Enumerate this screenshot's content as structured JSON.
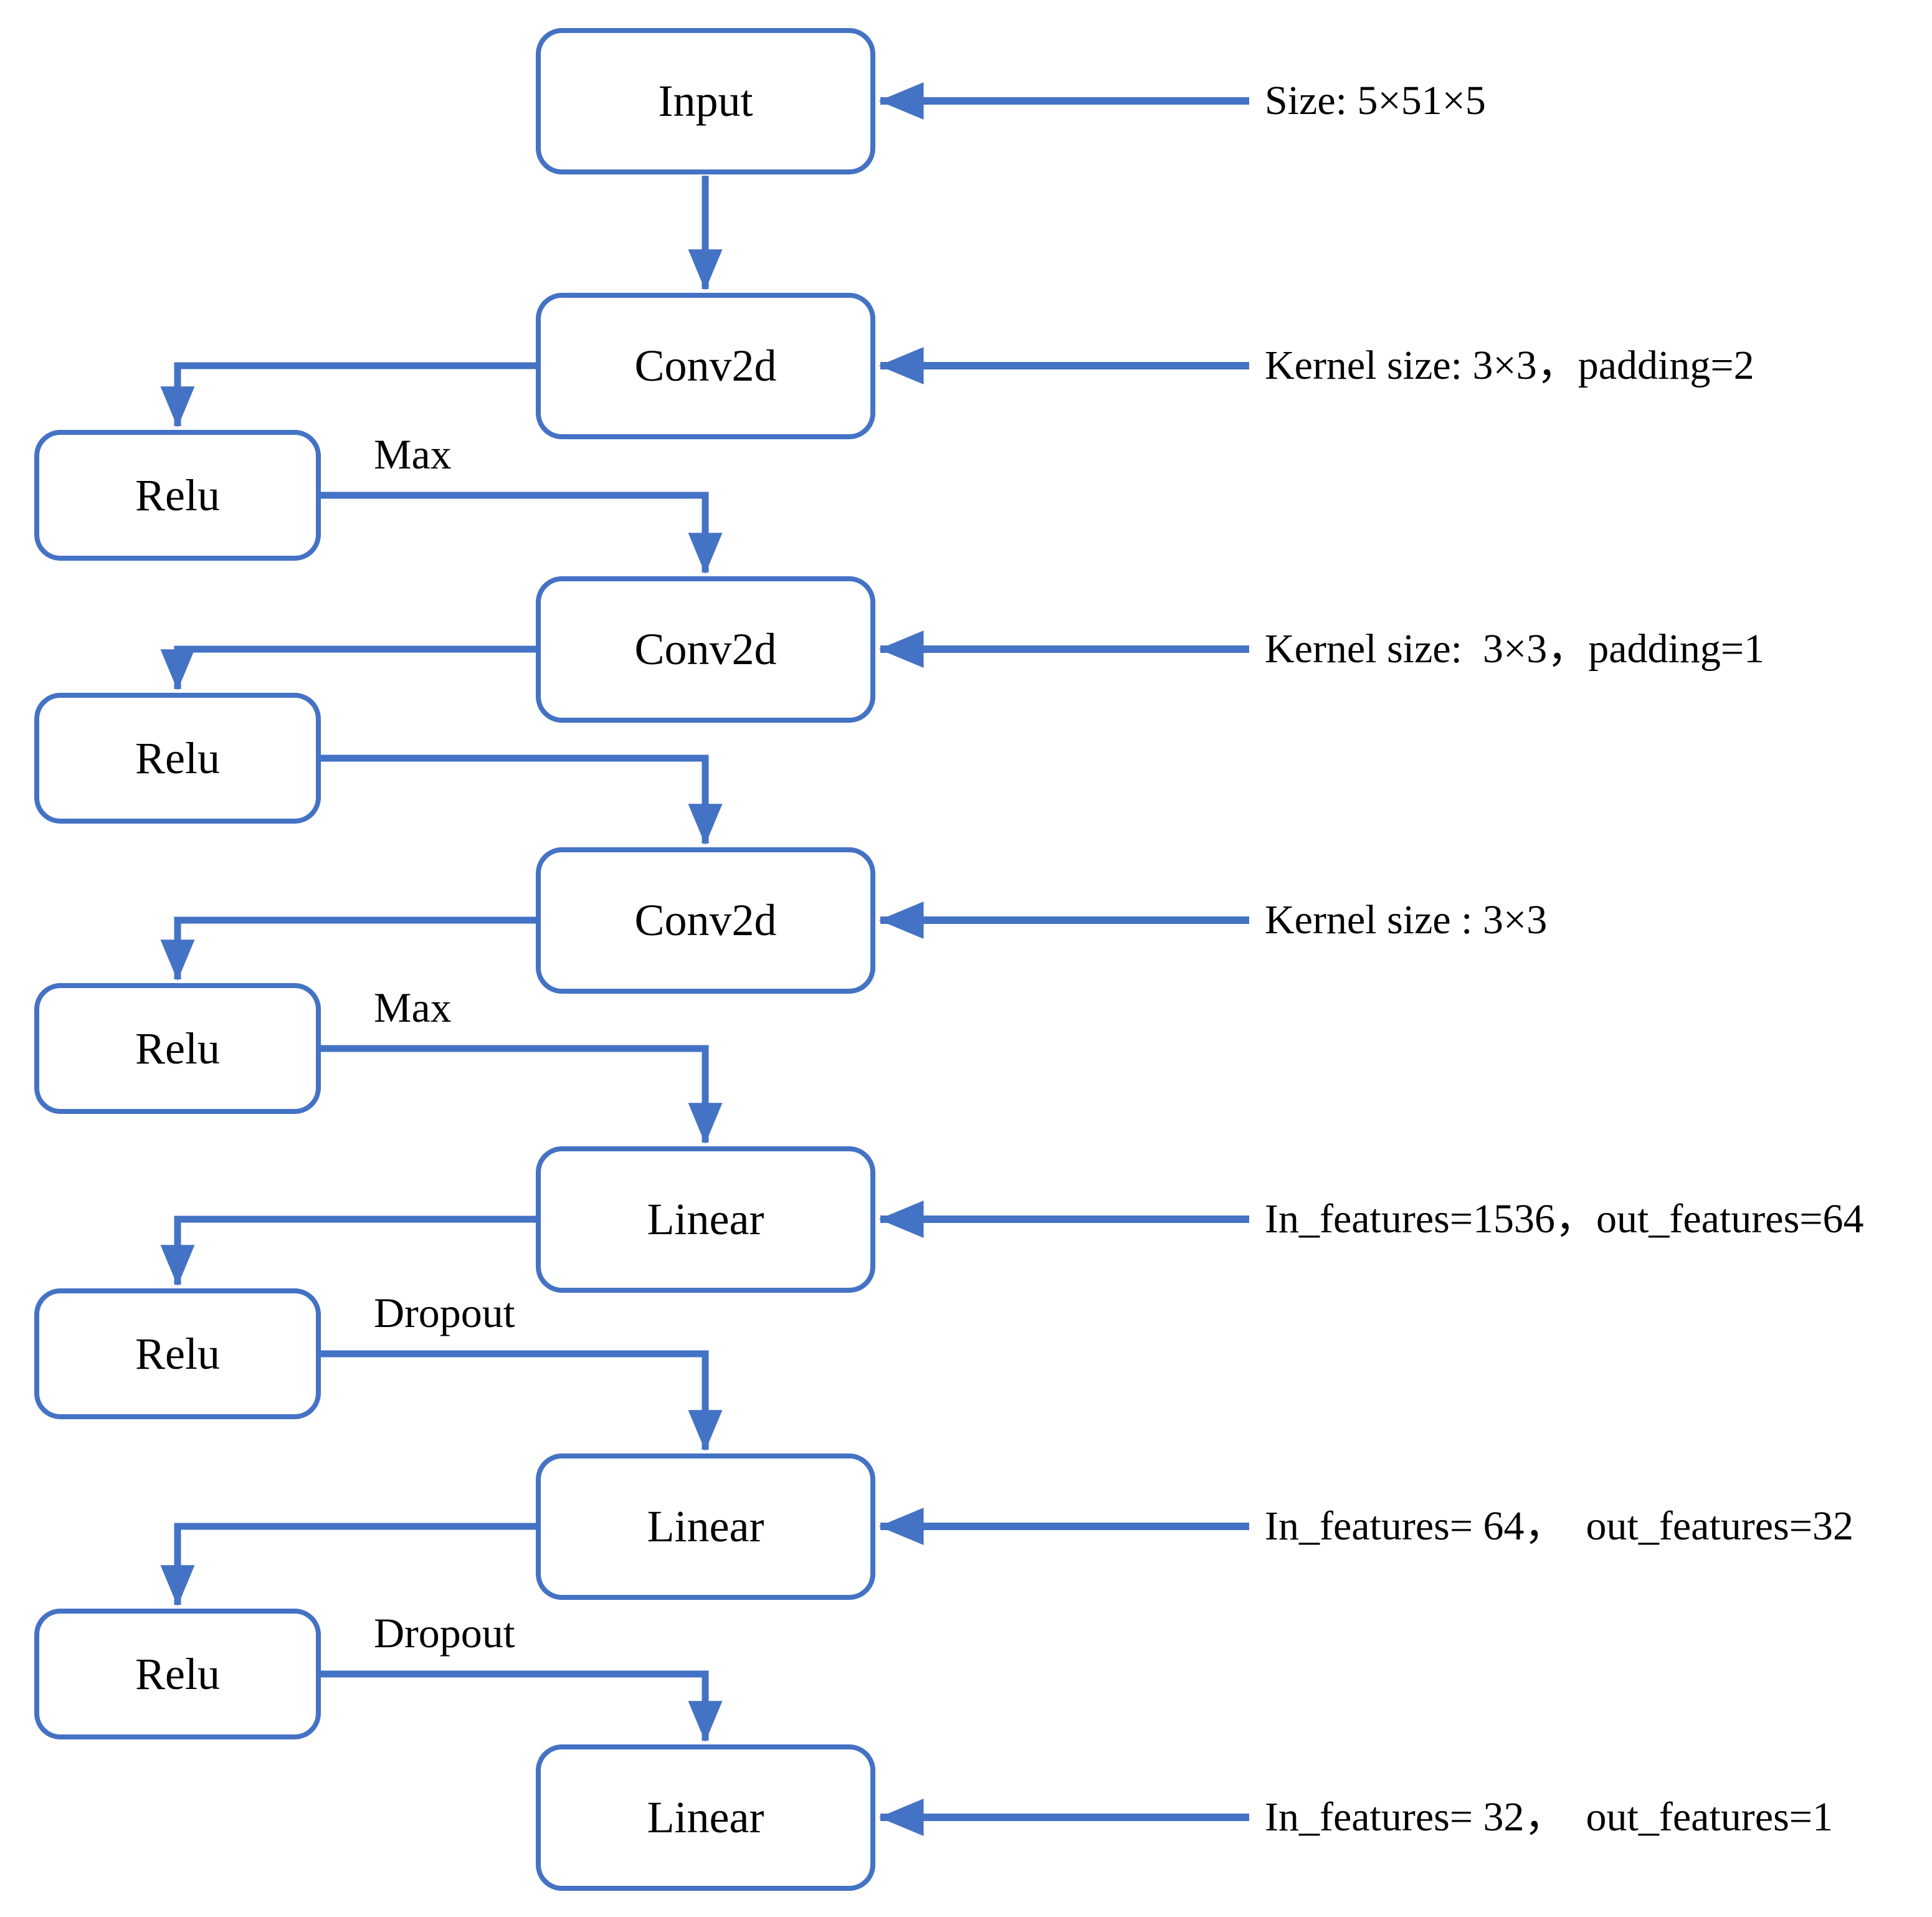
{
  "colors": {
    "accent": "#4472C4",
    "text_color": "#000000",
    "background": "#ffffff"
  },
  "main_nodes": [
    {
      "label": "Input",
      "annotation": "Size: 5×51×5"
    },
    {
      "label": "Conv2d",
      "annotation": "Kernel size: 3×3，padding=2"
    },
    {
      "label": "Conv2d",
      "annotation": "Kernel size:  3×3，padding=1"
    },
    {
      "label": "Conv2d",
      "annotation": "Kernel size : 3×3"
    },
    {
      "label": "Linear",
      "annotation": "In_features=1536，out_features=64"
    },
    {
      "label": "Linear",
      "annotation": "In_features= 64，  out_features=32"
    },
    {
      "label": "Linear",
      "annotation": "In_features= 32，  out_features=1"
    }
  ],
  "relu_nodes": [
    {
      "label": "Relu"
    },
    {
      "label": "Relu"
    },
    {
      "label": "Relu"
    },
    {
      "label": "Relu"
    },
    {
      "label": "Relu"
    }
  ],
  "edge_labels": [
    {
      "text": "Max"
    },
    {
      "text": "Max"
    },
    {
      "text": "Dropout"
    },
    {
      "text": "Dropout"
    }
  ]
}
